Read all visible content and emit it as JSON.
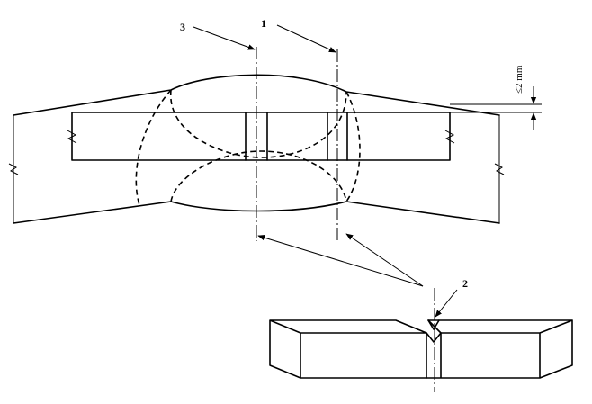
{
  "labels": {
    "callout_1": "1",
    "callout_2": "2",
    "callout_3": "3"
  },
  "dimension": {
    "text": "≤2 mm"
  }
}
